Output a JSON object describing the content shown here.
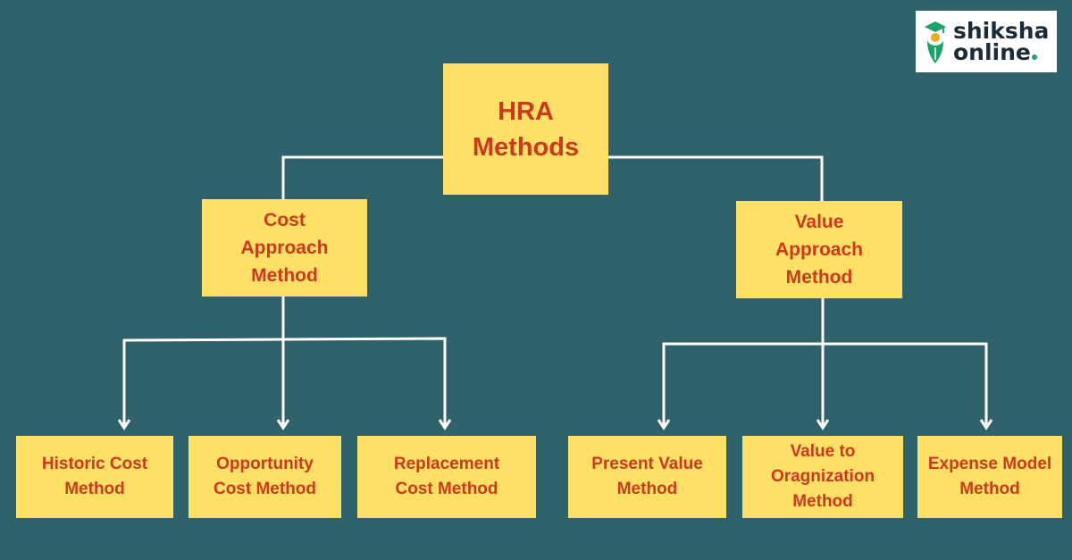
{
  "colors": {
    "background": "#2f626a",
    "box_fill": "#ffe066",
    "box_text": "#cc3a1e",
    "connector": "#ffffff"
  },
  "logo": {
    "line1": "shiksha",
    "line2": "online",
    "icon": "graduate-pen-icon"
  },
  "root": {
    "label": "HRA Methods"
  },
  "branches": [
    {
      "label": "Cost Approach Method",
      "children": [
        "Historic Cost Method",
        "Opportunity Cost Method",
        "Replacement Cost Method"
      ]
    },
    {
      "label": "Value Approach Method",
      "children": [
        "Present Value Method",
        "Value to Oragnization Method",
        "Expense Model Method"
      ]
    }
  ]
}
